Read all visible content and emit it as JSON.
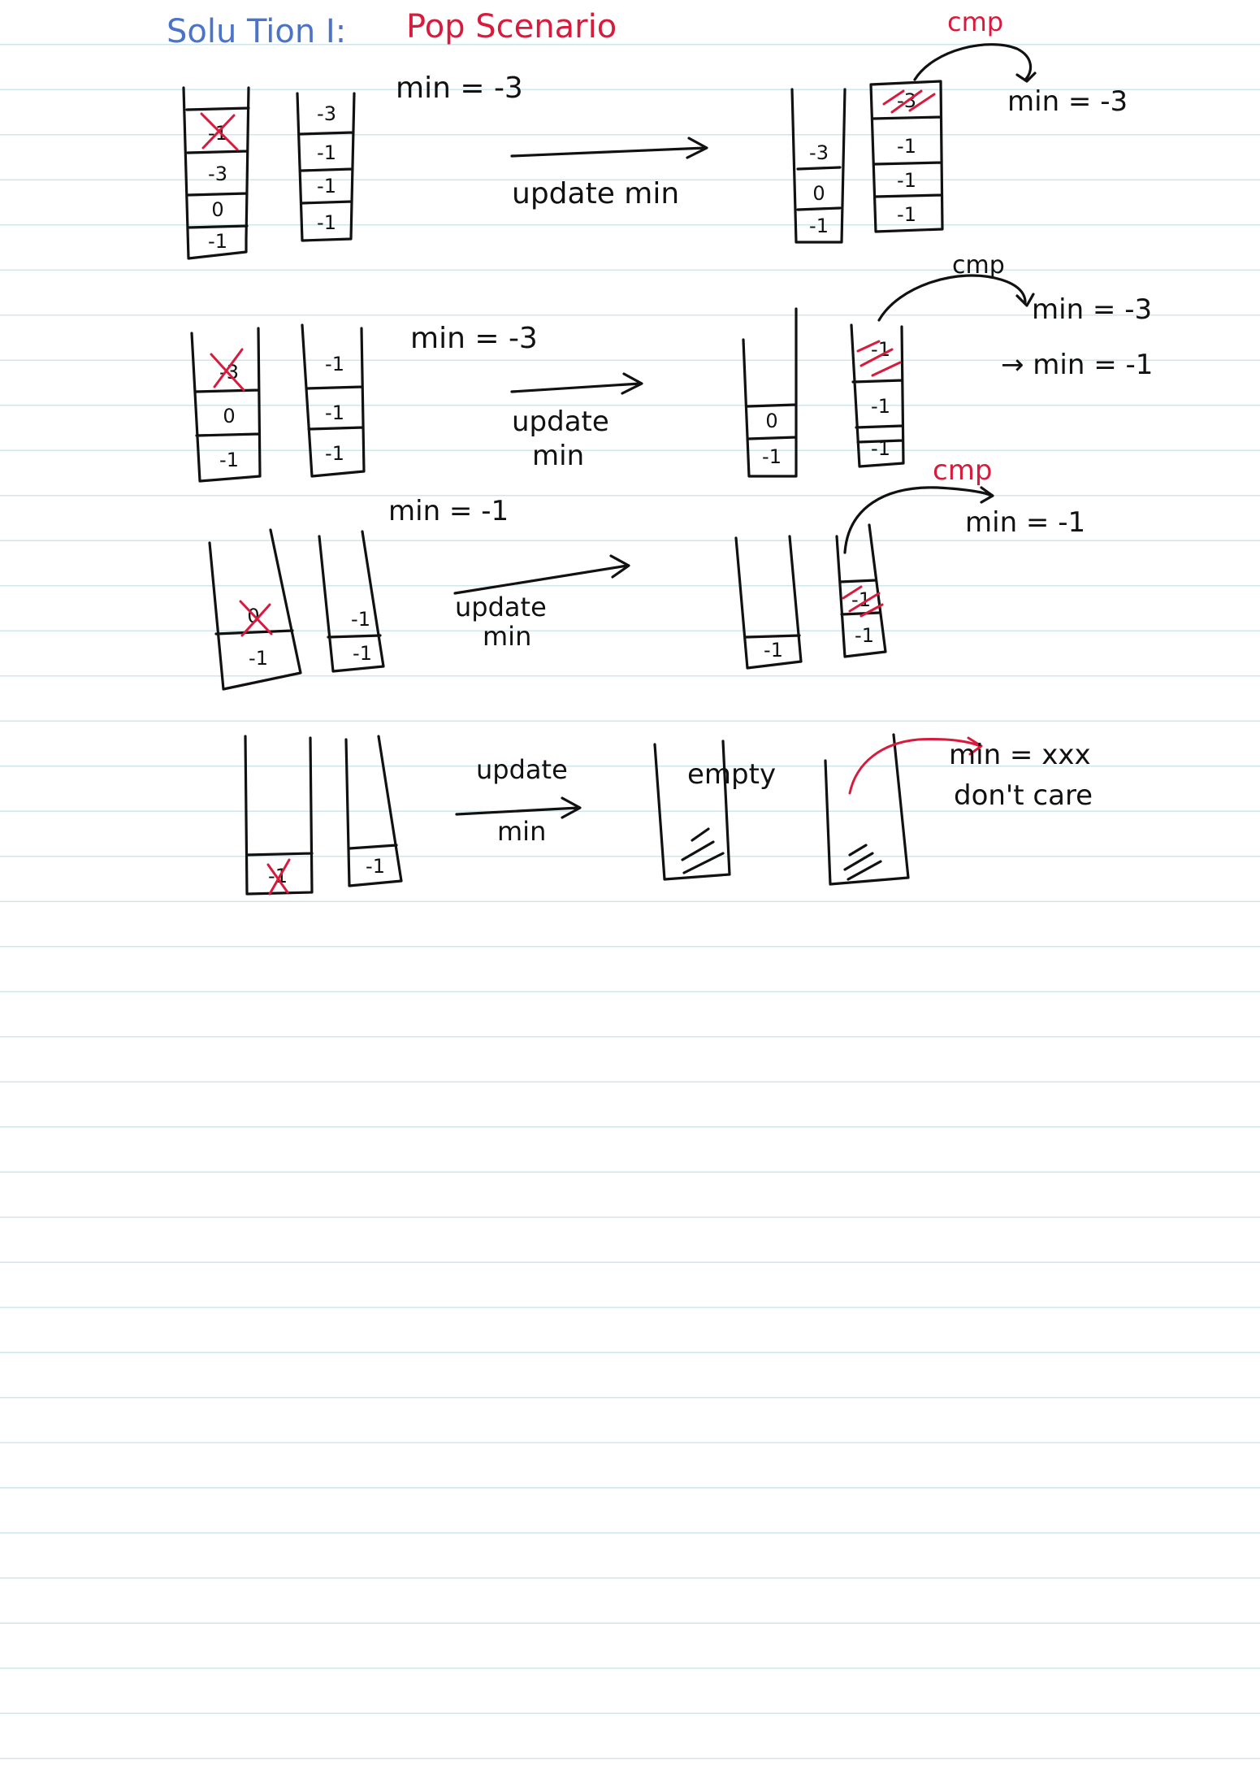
{
  "title": {
    "part1": "Solu Tion I:",
    "part2": "Pop Scenario"
  },
  "rows": [
    {
      "min_label": "min = -3",
      "arrow_label": "update min",
      "cmp_label": "cmp",
      "left_stack": [
        "-1",
        "-3",
        "0",
        "-1"
      ],
      "left_min_stack": [
        "-3",
        "-1",
        "-1",
        "-1"
      ],
      "right_stack": [
        "-3",
        "0",
        "-1"
      ],
      "right_min_stack": [
        "-3",
        "-1",
        "-1",
        "-1"
      ],
      "result": [
        "min = -3"
      ]
    },
    {
      "min_label": "min = -3",
      "arrow_label_1": "update",
      "arrow_label_2": "min",
      "cmp_label": "cmp",
      "left_stack": [
        "-3",
        "0",
        "-1"
      ],
      "left_min_stack": [
        "-1",
        "-1",
        "-1"
      ],
      "right_stack": [
        "0",
        "-1"
      ],
      "right_min_stack": [
        "-1",
        "-1",
        "-1"
      ],
      "result": [
        "min = -3",
        "→ min = -1"
      ]
    },
    {
      "min_label": "min = -1",
      "arrow_label_1": "update",
      "arrow_label_2": "min",
      "cmp_label": "cmp",
      "left_stack": [
        "0",
        "-1"
      ],
      "left_min_stack": [
        "-1",
        "-1"
      ],
      "right_stack": [
        "-1"
      ],
      "right_min_stack": [
        "-1",
        "-1"
      ],
      "result": [
        "min = -1"
      ]
    },
    {
      "arrow_label_1": "update",
      "arrow_label_2": "min",
      "left_stack": [
        "-1"
      ],
      "left_min_stack": [
        "-1"
      ],
      "empty_label": "empty",
      "result": [
        "min = xxx",
        "don't care"
      ]
    }
  ],
  "colors": {
    "ink": "#111111",
    "red": "#d81b3c",
    "blue": "#4a73c9",
    "rule": "#cfe6ea"
  }
}
